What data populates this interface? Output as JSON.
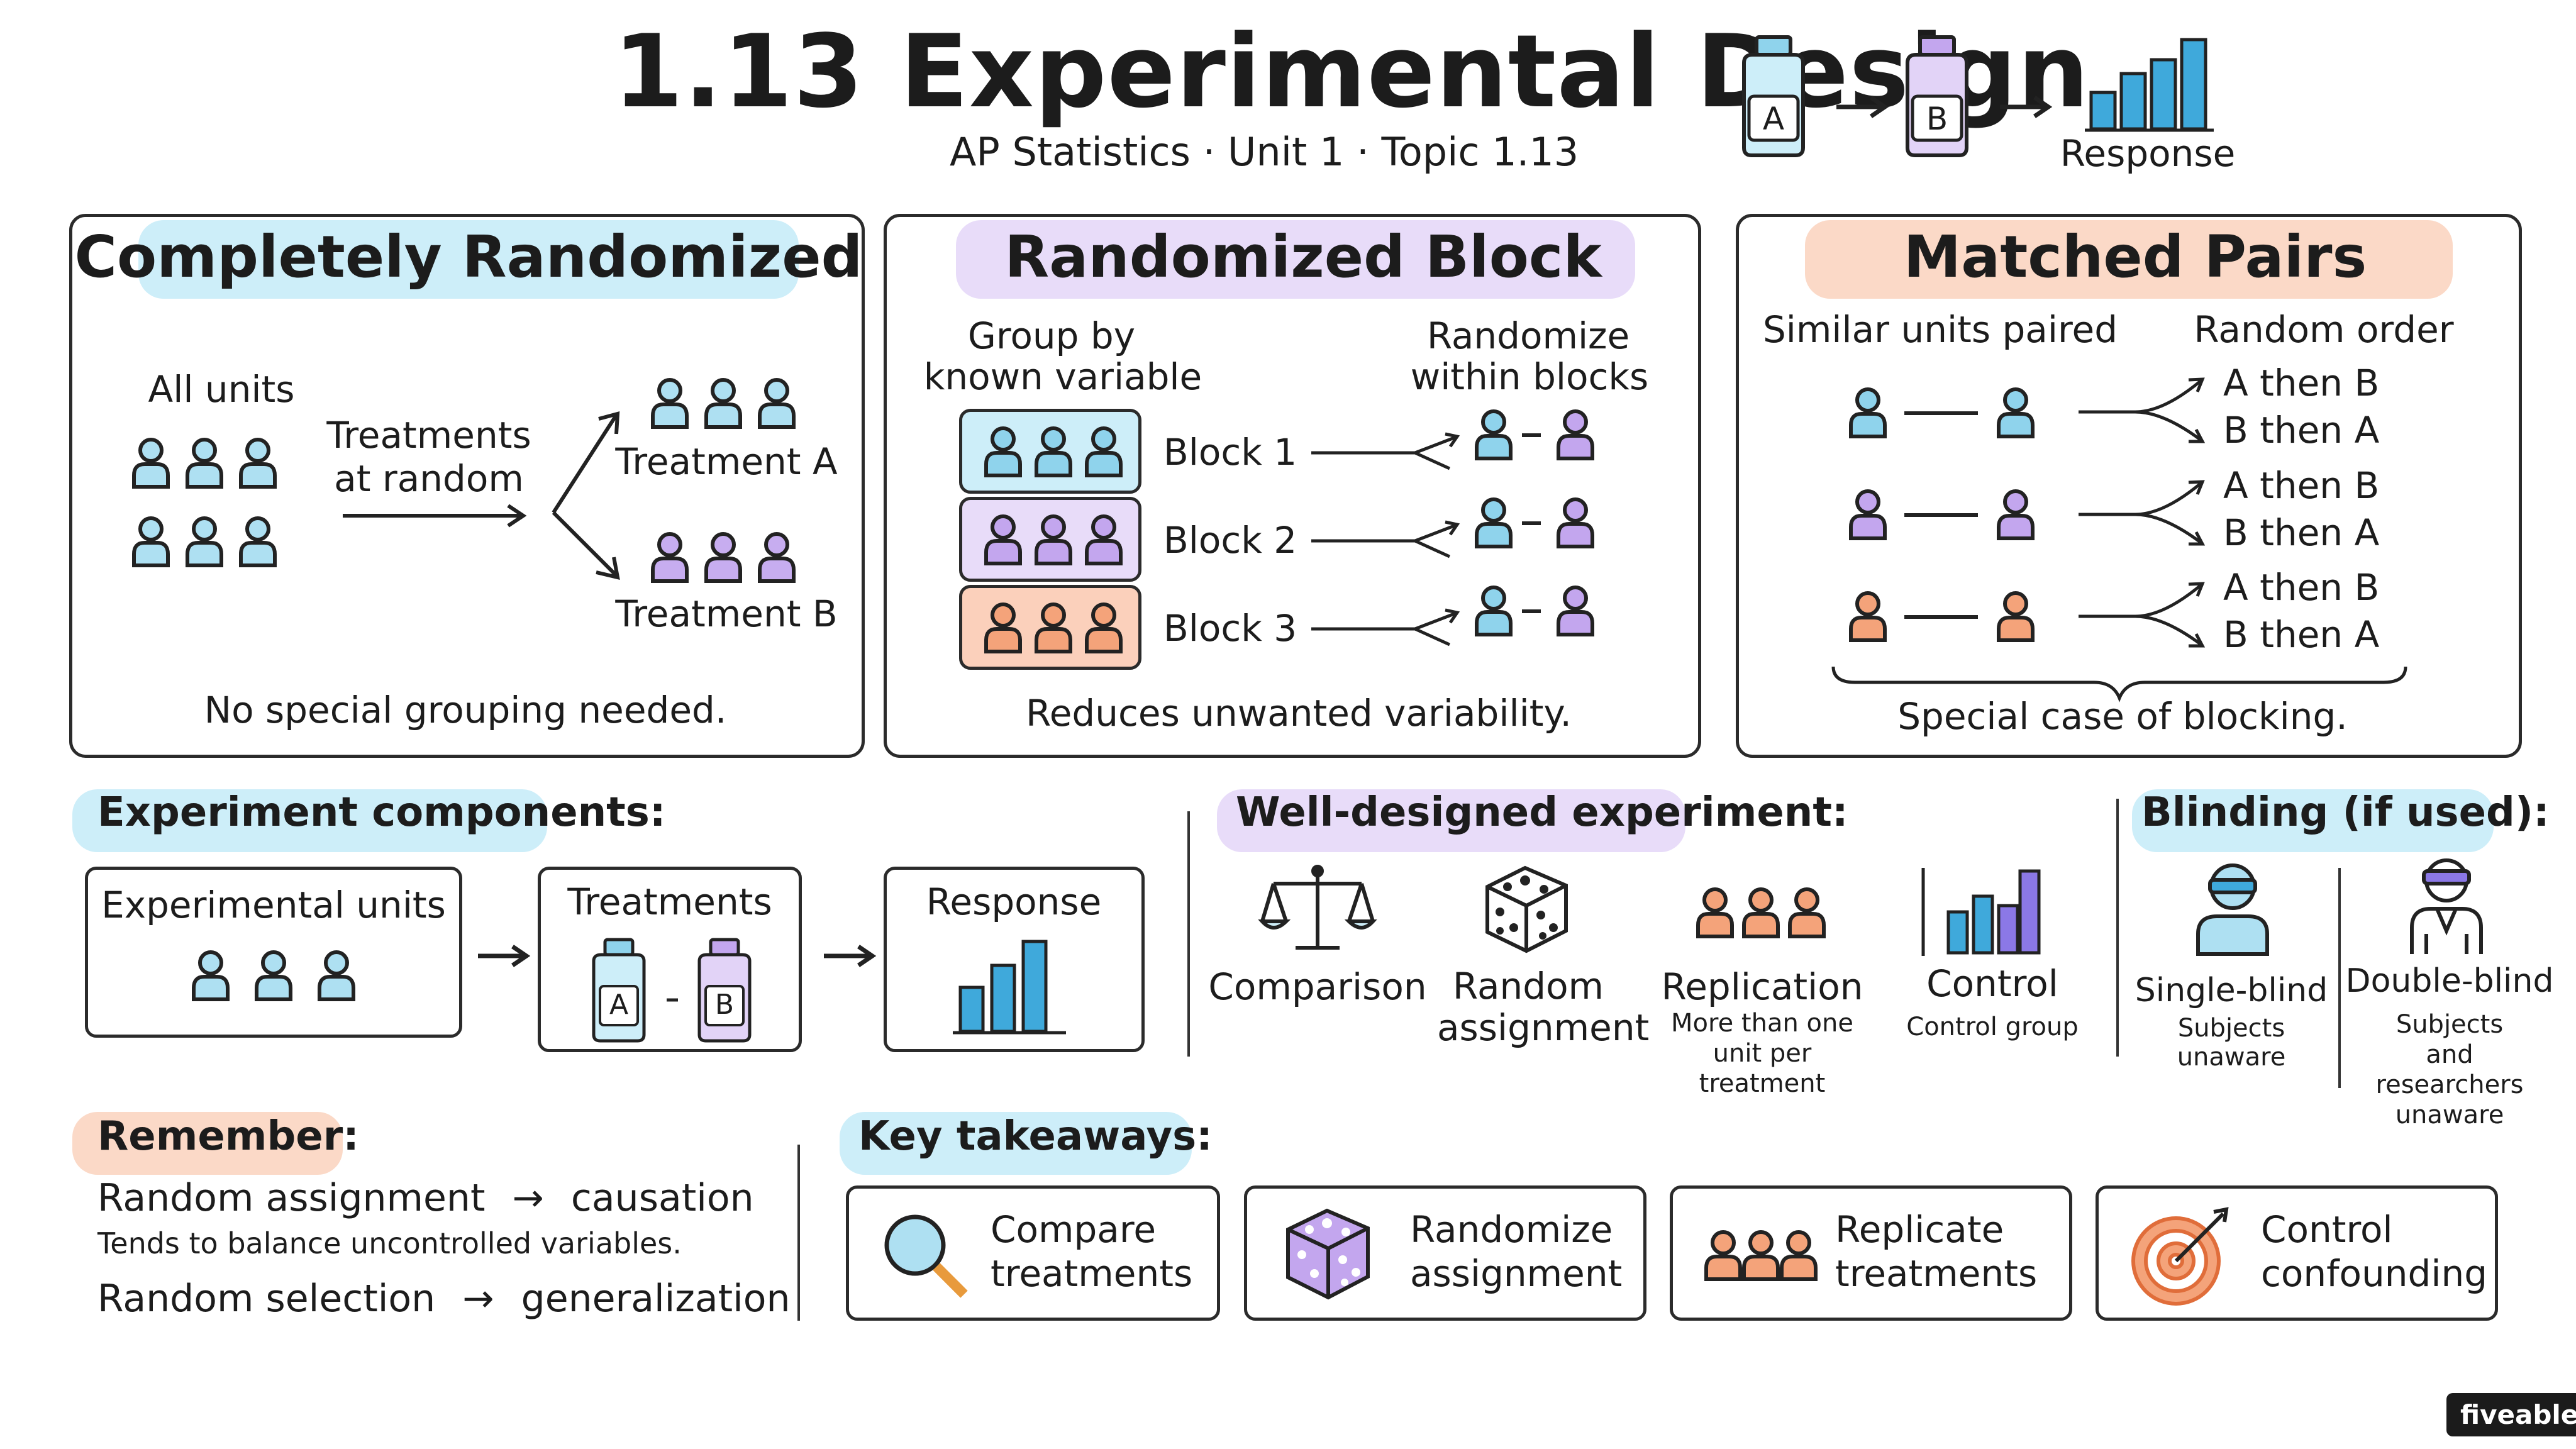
{
  "header": {
    "title": "1.13 Experimental Design",
    "subtitle": "AP Statistics  ·  Unit 1  ·  Topic 1.13",
    "bottle_a": "A",
    "bottle_b": "B",
    "response": "Response"
  },
  "panels": {
    "completely_randomized": {
      "title": "Completely Randomized",
      "all_units": "All units",
      "treat_line1": "Treatments",
      "treat_line2": "at random",
      "treatment_a": "Treatment A",
      "treatment_b": "Treatment B",
      "footer": "No special grouping needed."
    },
    "randomized_block": {
      "title": "Randomized Block",
      "group_line1": "Group by",
      "group_line2": "known variable",
      "rand_line1": "Randomize",
      "rand_line2": "within blocks",
      "blocks": [
        "Block 1",
        "Block 2",
        "Block 3"
      ],
      "footer": "Reduces unwanted variability."
    },
    "matched_pairs": {
      "title": "Matched Pairs",
      "similar": "Similar units paired",
      "random_order": "Random order",
      "orders": [
        "A then B",
        "B then A"
      ],
      "footer": "Special case of blocking."
    }
  },
  "components": {
    "heading": "Experiment components:",
    "units": "Experimental units",
    "treatments": "Treatments",
    "response": "Response",
    "bottle_a": "A",
    "bottle_b": "B"
  },
  "well_designed": {
    "heading": "Well-designed experiment:",
    "items": [
      {
        "label": "Comparison",
        "sub": "",
        "icon": "scale-icon"
      },
      {
        "label": "Random assignment",
        "sub": "",
        "icon": "dice-icon"
      },
      {
        "label": "Replication",
        "sub": "More than one unit per treatment",
        "icon": "people-icon"
      },
      {
        "label": "Control",
        "sub": "Control group",
        "icon": "bar-chart-icon"
      }
    ]
  },
  "blinding": {
    "heading": "Blinding (if used):",
    "single": "Single-blind",
    "single_sub": "Subjects unaware",
    "double": "Double-blind",
    "double_sub": "Subjects and researchers unaware"
  },
  "remember": {
    "heading": "Remember:",
    "line1_a": "Random assignment",
    "line1_b": "causation",
    "line2": "Tends to balance uncontrolled variables.",
    "line3_a": "Random selection",
    "line3_b": "generalization",
    "arrow": "→"
  },
  "takeaways": {
    "heading": "Key takeaways:",
    "items": [
      {
        "l1": "Compare",
        "l2": "treatments",
        "icon": "magnifier-icon"
      },
      {
        "l1": "Randomize",
        "l2": "assignment",
        "icon": "dice-icon"
      },
      {
        "l1": "Replicate",
        "l2": "treatments",
        "icon": "people-icon"
      },
      {
        "l1": "Control",
        "l2": "confounding",
        "icon": "target-icon"
      }
    ]
  },
  "brand": "fiveable",
  "colors": {
    "blue": "#8fd3ec",
    "purple": "#c3a6ee",
    "orange": "#f4a37a",
    "blue_hl": "#cdeef9",
    "purple_hl": "#e8dcf9",
    "orange_hl": "#fbd9c7"
  }
}
